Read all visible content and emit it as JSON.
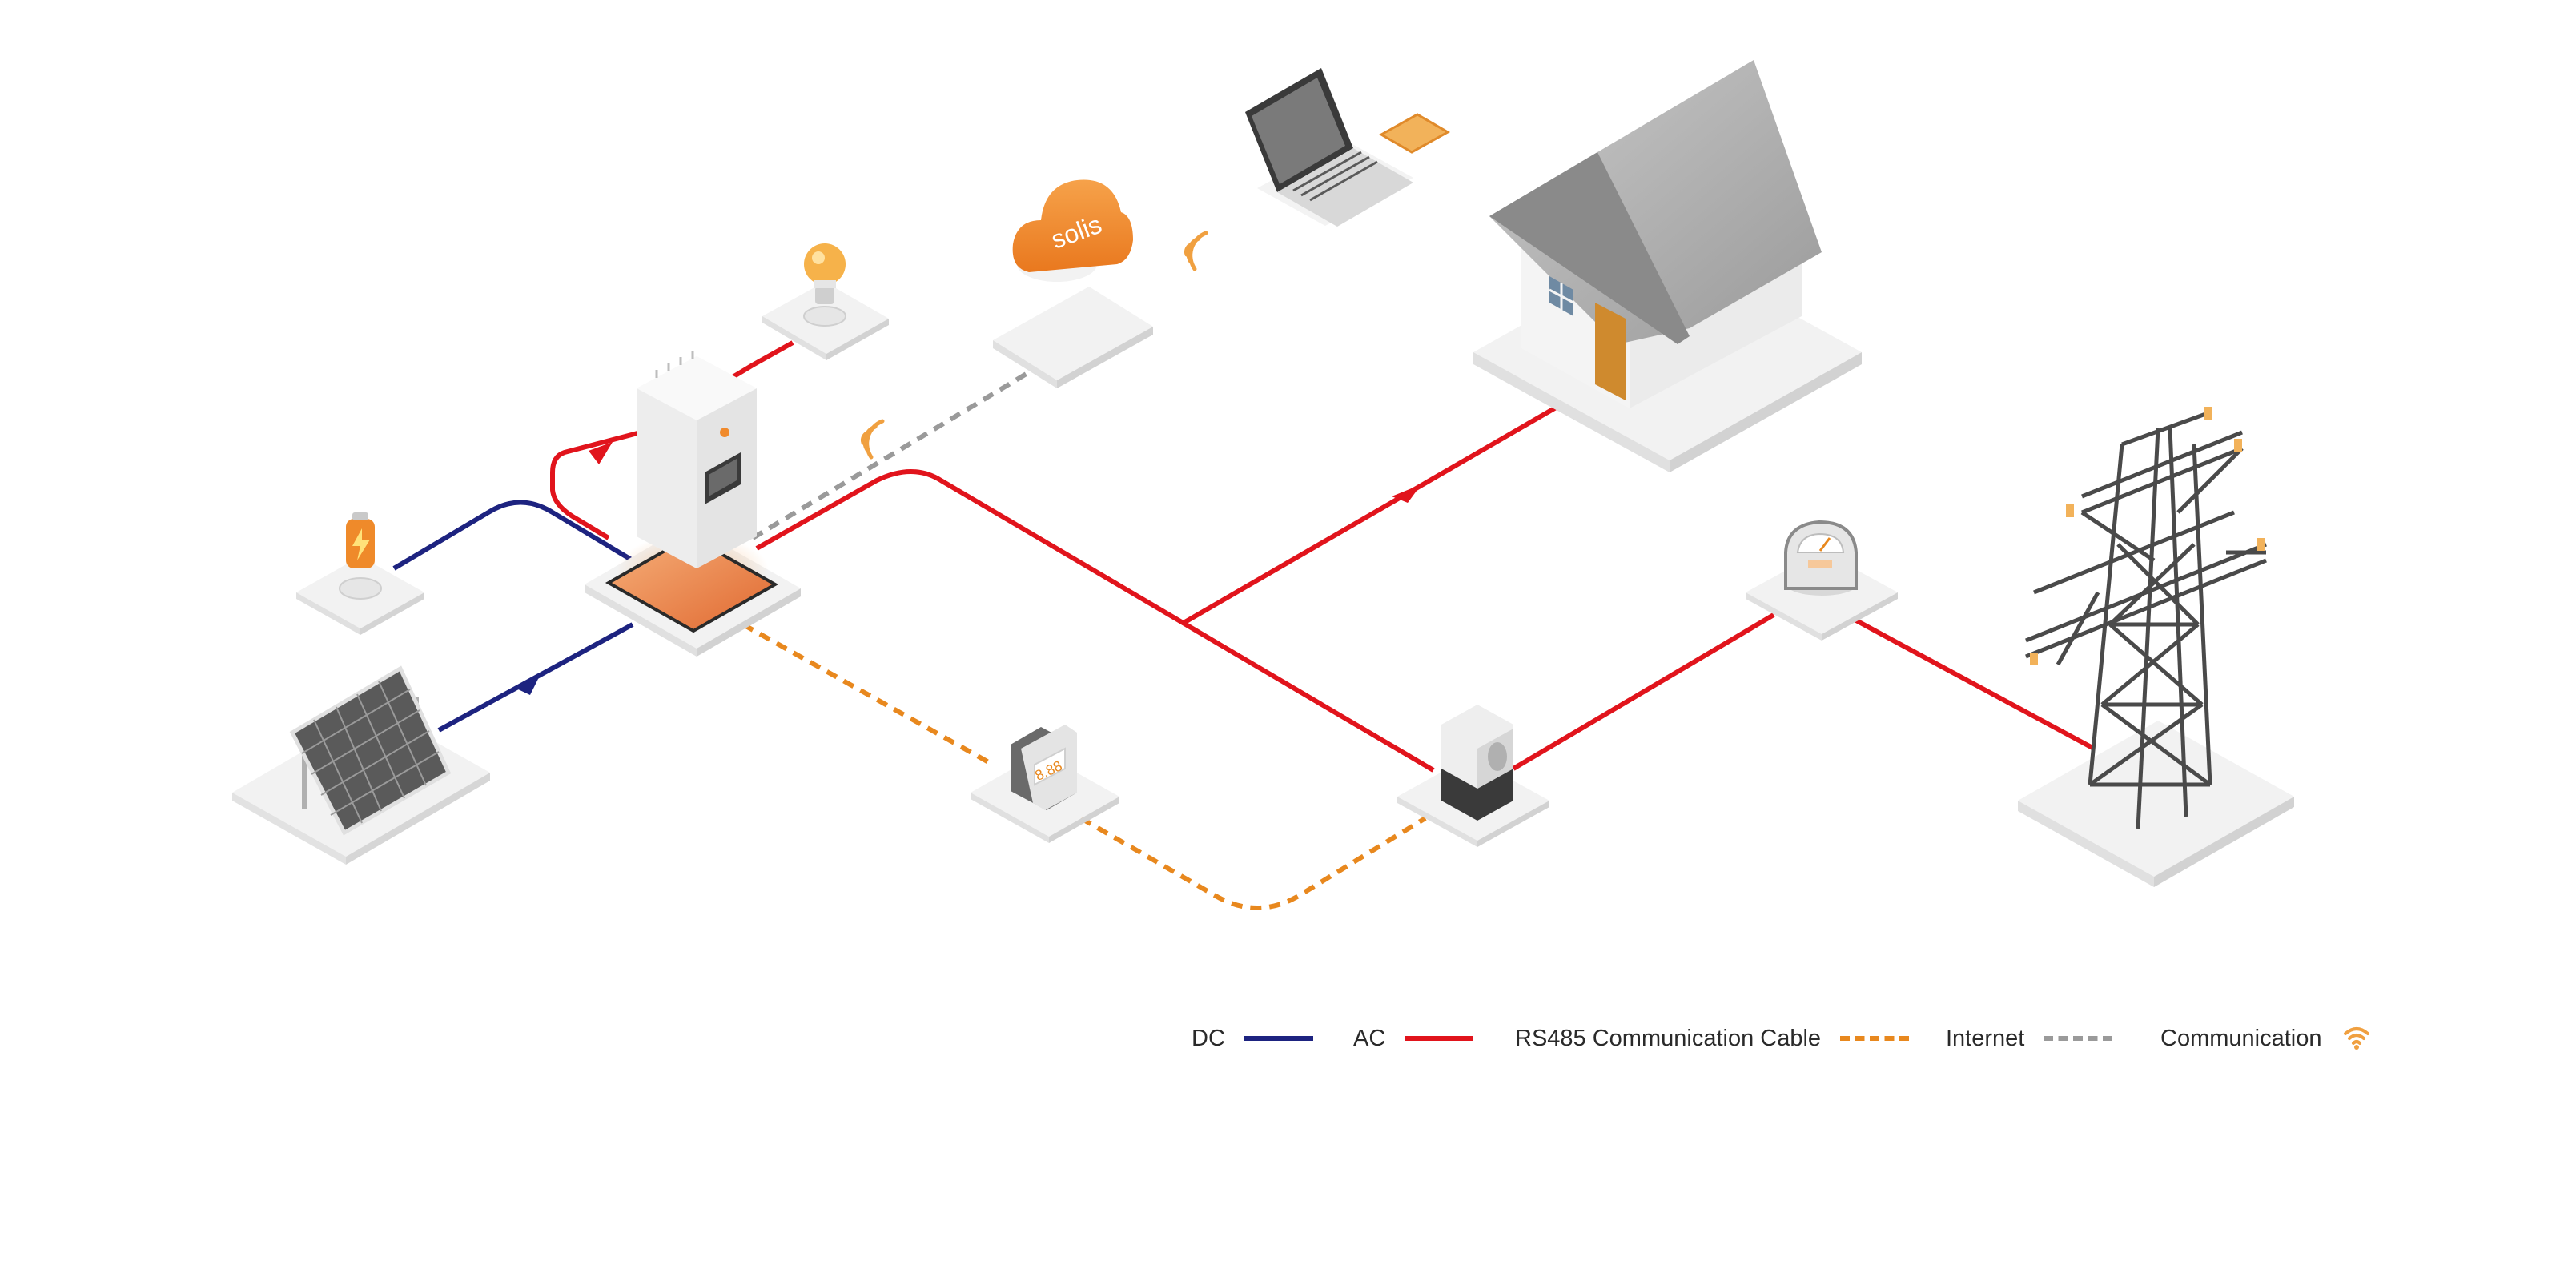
{
  "brand": {
    "logo_text": "solis",
    "display_digits": "8.88"
  },
  "colors": {
    "dc": "#1d2380",
    "ac": "#e1141c",
    "rs485": "#e8881e",
    "internet": "#9a9a9a",
    "communication": "#f0a040",
    "accent_orange": "#f08a2c",
    "platform": "#f3f3f3"
  },
  "legend": {
    "dc": "DC",
    "ac": "AC",
    "rs485": "RS485 Communication Cable",
    "internet": "Internet",
    "communication": "Communication"
  },
  "icons": {
    "solar_panel": "solar-panel-icon",
    "battery": "battery-icon",
    "inverter": "inverter-icon",
    "light_bulb": "light-bulb-icon",
    "cloud": "cloud-icon",
    "laptop": "laptop-icon",
    "house": "house-icon",
    "smart_meter": "smart-meter-icon",
    "ct_sensor": "current-transformer-icon",
    "grid_meter": "grid-meter-icon",
    "pylon": "transmission-tower-icon",
    "wifi": "wifi-signal-icon"
  }
}
